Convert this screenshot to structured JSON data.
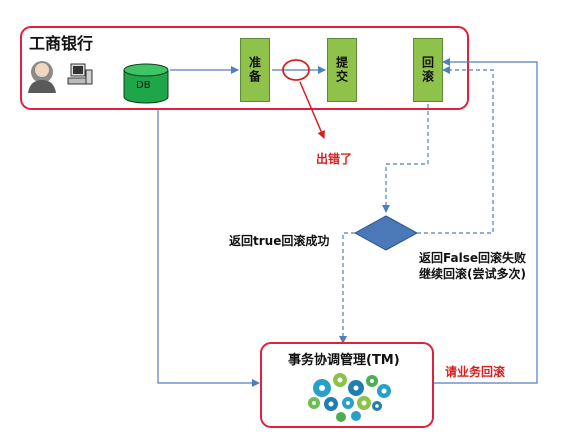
{
  "bank": {
    "title": "工商银行",
    "db_label": "DB"
  },
  "steps": [
    {
      "label": "准备"
    },
    {
      "label": "提交"
    },
    {
      "label": "回滚"
    }
  ],
  "error": {
    "label": "出错了"
  },
  "decision": {
    "left_label": "返回true回滚成功",
    "right_label": "返回False回滚失败\n继续回滚(尝试多次)"
  },
  "tm": {
    "title": "事务协调管理(TM)"
  },
  "request": {
    "label": "请业务回滚"
  },
  "colors": {
    "border_red": "#e0203c",
    "step_green": "#8fc24a",
    "db_green": "#1fa64a",
    "decision_blue": "#4a78b8",
    "arrow_blue": "#4f7fbd",
    "error_red": "#d81e1e"
  }
}
